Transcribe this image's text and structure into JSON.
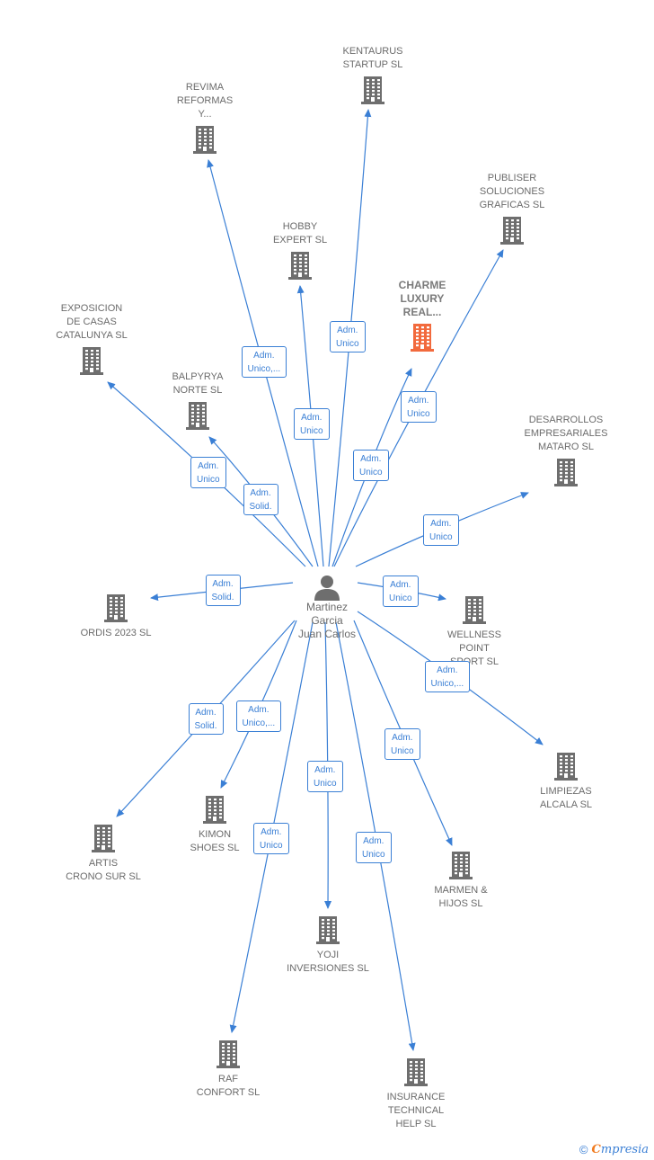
{
  "center": {
    "name": "Martinez\nGarcia\nJuan Carlos"
  },
  "colors": {
    "edge": "#3a7fd5",
    "node": "#6e6e6e",
    "highlight": "#f26a3d"
  },
  "companies": [
    {
      "id": "kentaurus",
      "name": "KENTAURUS\nSTARTUP  SL"
    },
    {
      "id": "revima",
      "name": "REVIMA\nREFORMAS\nY..."
    },
    {
      "id": "publiser",
      "name": "PUBLISER\nSOLUCIONES\nGRAFICAS SL"
    },
    {
      "id": "hobby",
      "name": "HOBBY\nEXPERT  SL"
    },
    {
      "id": "charme",
      "name": "CHARME\nLUXURY\nREAL...",
      "highlight": true
    },
    {
      "id": "exposicion",
      "name": "EXPOSICION\nDE CASAS\nCATALUNYA  SL"
    },
    {
      "id": "balpyrya",
      "name": "BALPYRYA\nNORTE SL"
    },
    {
      "id": "desarrollos",
      "name": "DESARROLLOS\nEMPRESARIALES\nMATARO SL"
    },
    {
      "id": "ordis",
      "name": "ORDIS 2023  SL"
    },
    {
      "id": "wellness",
      "name": "WELLNESS\nPOINT\nSPORT  SL"
    },
    {
      "id": "limpiezas",
      "name": "LIMPIEZAS\nALCALA SL"
    },
    {
      "id": "artis",
      "name": "ARTIS\nCRONO SUR SL"
    },
    {
      "id": "kimon",
      "name": "KIMON\nSHOES  SL"
    },
    {
      "id": "marmen",
      "name": "MARMEN &\nHIJOS  SL"
    },
    {
      "id": "yoji",
      "name": "YOJI\nINVERSIONES SL"
    },
    {
      "id": "raf",
      "name": "RAF\nCONFORT SL"
    },
    {
      "id": "insurance",
      "name": "INSURANCE\nTECHNICAL\nHELP  SL"
    }
  ],
  "relations": [
    {
      "target": "kentaurus",
      "label": "Adm.\nUnico"
    },
    {
      "target": "revima",
      "label": "Adm.\nUnico,..."
    },
    {
      "target": "publiser",
      "label": "Adm.\nUnico"
    },
    {
      "target": "hobby",
      "label": "Adm.\nUnico"
    },
    {
      "target": "charme",
      "label": "Adm.\nUnico"
    },
    {
      "target": "exposicion",
      "label": "Adm.\nUnico"
    },
    {
      "target": "balpyrya",
      "label": "Adm.\nSolid."
    },
    {
      "target": "desarrollos",
      "label": "Adm.\nUnico"
    },
    {
      "target": "ordis",
      "label": "Adm.\nSolid."
    },
    {
      "target": "wellness",
      "label": "Adm.\nUnico"
    },
    {
      "target": "limpiezas",
      "label": "Adm.\nUnico,..."
    },
    {
      "target": "artis",
      "label": "Adm.\nSolid."
    },
    {
      "target": "kimon",
      "label": "Adm.\nUnico,..."
    },
    {
      "target": "marmen",
      "label": "Adm.\nUnico"
    },
    {
      "target": "yoji",
      "label": "Adm.\nUnico"
    },
    {
      "target": "raf",
      "label": "Adm.\nUnico"
    },
    {
      "target": "insurance",
      "label": "Adm.\nUnico"
    }
  ],
  "footer": {
    "copyright": "©",
    "brand_first": "C",
    "brand_rest": "mpresia"
  }
}
